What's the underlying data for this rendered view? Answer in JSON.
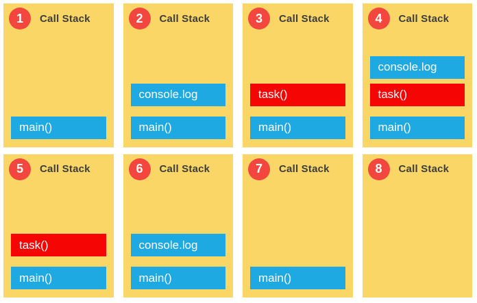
{
  "colors": {
    "page_bg": "#FFFFFF",
    "panel_bg": "#F9D665",
    "frame_blue": "#1FA9E2",
    "frame_red": "#F60505",
    "badge_red": "#F2463F",
    "title_text": "#3D3D3D",
    "frame_text": "#FFFFFF"
  },
  "panels": [
    {
      "number": "1",
      "title": "Call Stack",
      "stack": [
        {
          "label": "main()",
          "type": "normal"
        }
      ]
    },
    {
      "number": "2",
      "title": "Call Stack",
      "stack": [
        {
          "label": "console.log",
          "type": "normal"
        },
        {
          "label": "main()",
          "type": "normal"
        }
      ]
    },
    {
      "number": "3",
      "title": "Call Stack",
      "stack": [
        {
          "label": "task()",
          "type": "error"
        },
        {
          "label": "main()",
          "type": "normal"
        }
      ]
    },
    {
      "number": "4",
      "title": "Call Stack",
      "stack": [
        {
          "label": "console.log",
          "type": "normal"
        },
        {
          "label": "task()",
          "type": "error"
        },
        {
          "label": "main()",
          "type": "normal"
        }
      ]
    },
    {
      "number": "5",
      "title": "Call Stack",
      "stack": [
        {
          "label": "task()",
          "type": "error"
        },
        {
          "label": "main()",
          "type": "normal"
        }
      ]
    },
    {
      "number": "6",
      "title": "Call Stack",
      "stack": [
        {
          "label": "console.log",
          "type": "normal"
        },
        {
          "label": "main()",
          "type": "normal"
        }
      ]
    },
    {
      "number": "7",
      "title": "Call Stack",
      "stack": [
        {
          "label": "main()",
          "type": "normal"
        }
      ]
    },
    {
      "number": "8",
      "title": "Call Stack",
      "stack": []
    }
  ]
}
